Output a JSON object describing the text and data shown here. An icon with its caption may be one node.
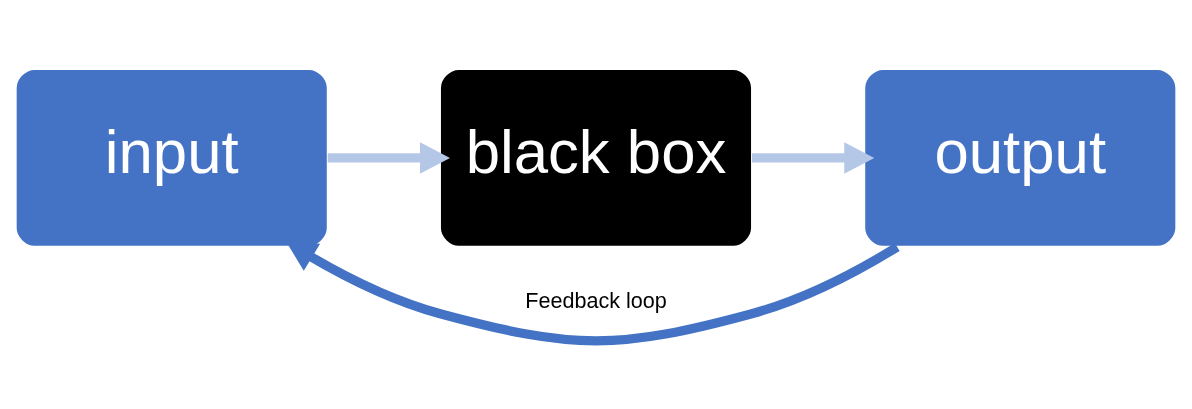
{
  "diagram": {
    "nodes": [
      {
        "text": [
          "input"
        ]
      },
      {
        "text": [
          "black box"
        ]
      },
      {
        "text": [
          "output"
        ]
      }
    ],
    "edges": [
      {
        "from": 0,
        "to": 1,
        "arrow": "to"
      },
      {
        "from": 1,
        "to": 2,
        "arrow": "to"
      },
      {
        "from": 2,
        "to": 0,
        "arrow": "to",
        "label": "Feedback loop",
        "color": "#4472c4"
      }
    ]
  }
}
